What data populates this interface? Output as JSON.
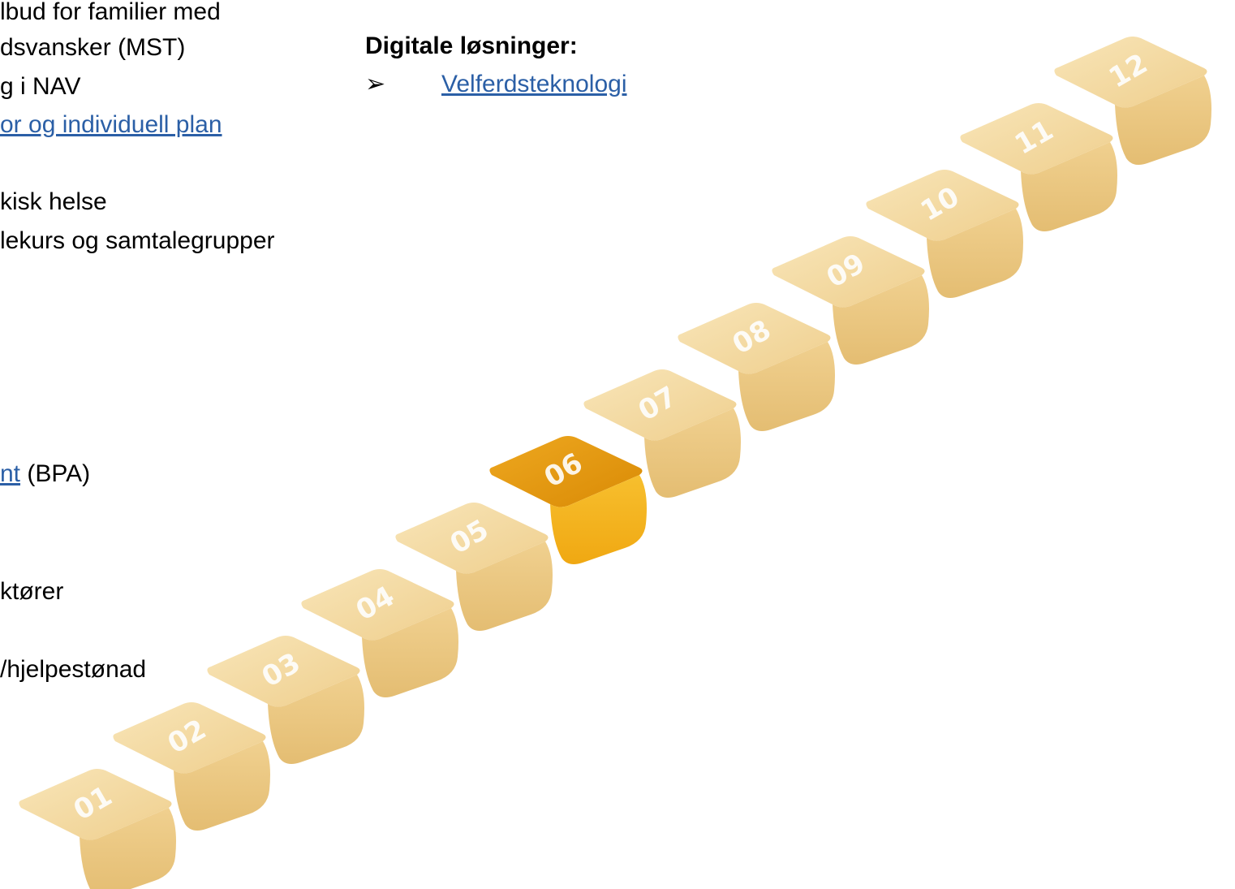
{
  "left_list": {
    "items": [
      {
        "text": "lbud for familier med",
        "link": false
      },
      {
        "text": "dsvansker (MST)",
        "link": false
      },
      {
        "text": "g i NAV",
        "link": false
      },
      {
        "text": "or og individuell plan",
        "link": true
      },
      {
        "text": "kisk helse",
        "link": false
      },
      {
        "text": "lekurs og samtalegrupper",
        "link": false
      },
      {
        "text": "nt",
        "link": true,
        "suffix": " (BPA)"
      },
      {
        "text": "ktører",
        "link": false
      },
      {
        "text": "/hjelpestønad",
        "link": false
      }
    ]
  },
  "right_section": {
    "heading": "Digitale løsninger:",
    "bullet": "➢",
    "link_text": "Velferdsteknologi"
  },
  "staircase": {
    "steps": [
      "01",
      "02",
      "03",
      "04",
      "05",
      "06",
      "07",
      "08",
      "09",
      "10",
      "11",
      "12"
    ],
    "highlighted_step": "06",
    "colors": {
      "step_top": "#f3d9a0",
      "step_front": "#eac57f",
      "step_number": "#ffffff",
      "highlight_top": "#e39a0f",
      "highlight_front": "#f4b11b"
    }
  }
}
